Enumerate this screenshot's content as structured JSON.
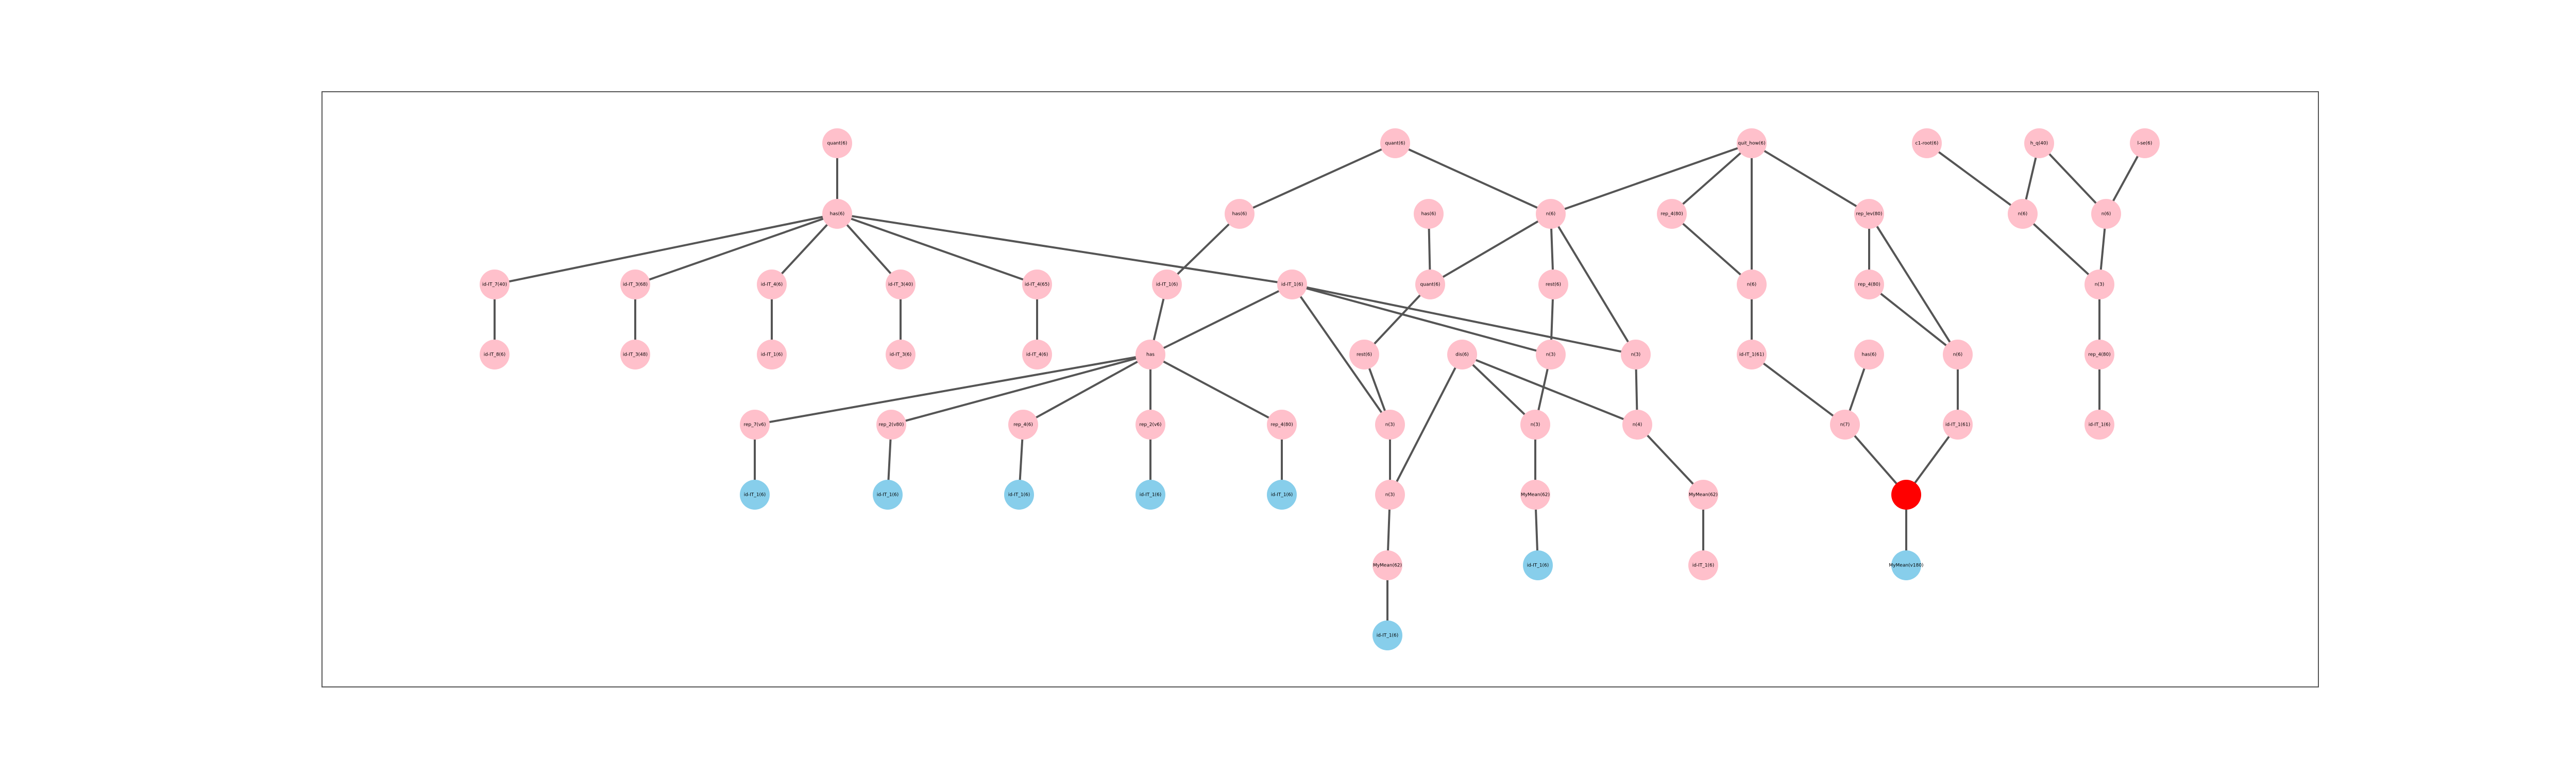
{
  "colors": {
    "default": "#ffc0cb",
    "leaf": "#87ceeb",
    "highlight": "#ff0000",
    "edge": "#555555"
  },
  "nodes": [
    {
      "id": "n0",
      "label": "quant(6)",
      "kind": "default"
    },
    {
      "id": "n1",
      "label": "has(6)",
      "kind": "default"
    },
    {
      "id": "n2",
      "label": "id-IT_7(40)",
      "kind": "default"
    },
    {
      "id": "n3",
      "label": "id-IT_3(68)",
      "kind": "default"
    },
    {
      "id": "n4",
      "label": "id-IT_4(6)",
      "kind": "default"
    },
    {
      "id": "n5",
      "label": "id-IT_3(40)",
      "kind": "default"
    },
    {
      "id": "n6",
      "label": "id-IT_4(65)",
      "kind": "default"
    },
    {
      "id": "n7",
      "label": "id-IT_8(6)",
      "kind": "default"
    },
    {
      "id": "n8",
      "label": "id-IT_3(48)",
      "kind": "default"
    },
    {
      "id": "n9",
      "label": "id-IT_1(6)",
      "kind": "default"
    },
    {
      "id": "n10",
      "label": "id-IT_3(6)",
      "kind": "default"
    },
    {
      "id": "n11",
      "label": "id-IT_4(6)",
      "kind": "default"
    },
    {
      "id": "n12",
      "label": "quant(6)",
      "kind": "default"
    },
    {
      "id": "n13",
      "label": "has(6)",
      "kind": "default"
    },
    {
      "id": "n14",
      "label": "id-IT_1(6)",
      "kind": "default"
    },
    {
      "id": "n15",
      "label": "id-IT_1(6)",
      "kind": "default"
    },
    {
      "id": "n16",
      "label": "has",
      "kind": "default"
    },
    {
      "id": "n17",
      "label": "rep_7(v6)",
      "kind": "default"
    },
    {
      "id": "n18",
      "label": "rep_2(v80)",
      "kind": "default"
    },
    {
      "id": "n19",
      "label": "rep_4(6)",
      "kind": "default"
    },
    {
      "id": "n20",
      "label": "rep_2(v6)",
      "kind": "default"
    },
    {
      "id": "n21",
      "label": "rep_4(80)",
      "kind": "default"
    },
    {
      "id": "n22",
      "label": "id-IT_1(6)",
      "kind": "leaf"
    },
    {
      "id": "n23",
      "label": "id-IT_1(6)",
      "kind": "leaf"
    },
    {
      "id": "n24",
      "label": "id-IT_1(6)",
      "kind": "leaf"
    },
    {
      "id": "n25",
      "label": "id-IT_1(6)",
      "kind": "leaf"
    },
    {
      "id": "n26",
      "label": "id-IT_1(6)",
      "kind": "leaf"
    },
    {
      "id": "n27",
      "label": "has(6)",
      "kind": "default"
    },
    {
      "id": "n28",
      "label": "rest(6)",
      "kind": "default"
    },
    {
      "id": "n29",
      "label": "n(3)",
      "kind": "default"
    },
    {
      "id": "n30",
      "label": "n(3)",
      "kind": "default"
    },
    {
      "id": "n31",
      "label": "MyMean(62)",
      "kind": "default"
    },
    {
      "id": "n32",
      "label": "id-IT_1(6)",
      "kind": "leaf"
    },
    {
      "id": "n33",
      "label": "quant(6)",
      "kind": "default"
    },
    {
      "id": "n34",
      "label": "n(6)",
      "kind": "default"
    },
    {
      "id": "n35",
      "label": "n(3)",
      "kind": "default"
    },
    {
      "id": "n36",
      "label": "rest(6)",
      "kind": "default"
    },
    {
      "id": "n37",
      "label": "dis(6)",
      "kind": "default"
    },
    {
      "id": "n38",
      "label": "n(3)",
      "kind": "default"
    },
    {
      "id": "n39",
      "label": "n(3)",
      "kind": "default"
    },
    {
      "id": "n40",
      "label": "MyMean(62)",
      "kind": "default"
    },
    {
      "id": "n41",
      "label": "id-IT_1(6)",
      "kind": "leaf"
    },
    {
      "id": "n42",
      "label": "n(6)",
      "kind": "default"
    },
    {
      "id": "n43",
      "label": "n(4)",
      "kind": "default"
    },
    {
      "id": "n44",
      "label": "n(4)",
      "kind": "default"
    },
    {
      "id": "n45",
      "label": "MyMean(62)",
      "kind": "default"
    },
    {
      "id": "n46",
      "label": "id-IT_1(6)",
      "kind": "default"
    },
    {
      "id": "n47",
      "label": "quit_how(6)",
      "kind": "default"
    },
    {
      "id": "n48",
      "label": "rep_4(80)",
      "kind": "default"
    },
    {
      "id": "n49",
      "label": "n(6)",
      "kind": "default"
    },
    {
      "id": "n50",
      "label": "id-IT_1(61)",
      "kind": "default"
    },
    {
      "id": "n51",
      "label": "n(7)",
      "kind": "default"
    },
    {
      "id": "n52",
      "label": "rep_lev(80)",
      "kind": "default"
    },
    {
      "id": "n53",
      "label": "rep_4(80)",
      "kind": "default"
    },
    {
      "id": "n54",
      "label": "has(6)",
      "kind": "default"
    },
    {
      "id": "n55",
      "label": "n(6)",
      "kind": "default"
    },
    {
      "id": "n56",
      "label": "id-IT_1(61)",
      "kind": "default"
    },
    {
      "id": "n57",
      "label": "",
      "kind": "highlight"
    },
    {
      "id": "n58",
      "label": "MyMean(v180)",
      "kind": "leaf"
    },
    {
      "id": "n59",
      "label": "c1-root(6)",
      "kind": "default"
    },
    {
      "id": "n60",
      "label": "n(6)",
      "kind": "default"
    },
    {
      "id": "n61",
      "label": "h_q(40)",
      "kind": "default"
    },
    {
      "id": "n62",
      "label": "n(6)",
      "kind": "default"
    },
    {
      "id": "n63",
      "label": "l-se(6)",
      "kind": "default"
    },
    {
      "id": "n64",
      "label": "n(3)",
      "kind": "default"
    },
    {
      "id": "n65",
      "label": "rep_4(80)",
      "kind": "default"
    },
    {
      "id": "n66",
      "label": "id-IT_1(6)",
      "kind": "default"
    }
  ],
  "edges": [
    [
      "n0",
      "n1"
    ],
    [
      "n1",
      "n2"
    ],
    [
      "n1",
      "n3"
    ],
    [
      "n1",
      "n4"
    ],
    [
      "n1",
      "n5"
    ],
    [
      "n1",
      "n6"
    ],
    [
      "n1",
      "n15"
    ],
    [
      "n2",
      "n7"
    ],
    [
      "n3",
      "n8"
    ],
    [
      "n4",
      "n9"
    ],
    [
      "n5",
      "n10"
    ],
    [
      "n6",
      "n11"
    ],
    [
      "n12",
      "n13"
    ],
    [
      "n12",
      "n34"
    ],
    [
      "n13",
      "n14"
    ],
    [
      "n14",
      "n16"
    ],
    [
      "n15",
      "n16"
    ],
    [
      "n15",
      "n29"
    ],
    [
      "n15",
      "n35"
    ],
    [
      "n15",
      "n38"
    ],
    [
      "n16",
      "n17"
    ],
    [
      "n16",
      "n18"
    ],
    [
      "n16",
      "n19"
    ],
    [
      "n16",
      "n20"
    ],
    [
      "n16",
      "n21"
    ],
    [
      "n17",
      "n22"
    ],
    [
      "n18",
      "n23"
    ],
    [
      "n19",
      "n24"
    ],
    [
      "n20",
      "n25"
    ],
    [
      "n21",
      "n26"
    ],
    [
      "n27",
      "n33"
    ],
    [
      "n33",
      "n28"
    ],
    [
      "n28",
      "n29"
    ],
    [
      "n29",
      "n30"
    ],
    [
      "n30",
      "n31"
    ],
    [
      "n31",
      "n32"
    ],
    [
      "n34",
      "n33"
    ],
    [
      "n34",
      "n36"
    ],
    [
      "n34",
      "n38"
    ],
    [
      "n36",
      "n35"
    ],
    [
      "n35",
      "n39"
    ],
    [
      "n37",
      "n30"
    ],
    [
      "n37",
      "n39"
    ],
    [
      "n37",
      "n43"
    ],
    [
      "n39",
      "n40"
    ],
    [
      "n40",
      "n41"
    ],
    [
      "n38",
      "n43"
    ],
    [
      "n43",
      "n45"
    ],
    [
      "n45",
      "n46"
    ],
    [
      "n47",
      "n34"
    ],
    [
      "n47",
      "n48"
    ],
    [
      "n47",
      "n49"
    ],
    [
      "n47",
      "n52"
    ],
    [
      "n48",
      "n49"
    ],
    [
      "n49",
      "n50"
    ],
    [
      "n50",
      "n51"
    ],
    [
      "n52",
      "n53"
    ],
    [
      "n52",
      "n55"
    ],
    [
      "n53",
      "n55"
    ],
    [
      "n54",
      "n51"
    ],
    [
      "n51",
      "n57"
    ],
    [
      "n55",
      "n56"
    ],
    [
      "n56",
      "n57"
    ],
    [
      "n57",
      "n58"
    ],
    [
      "n59",
      "n60"
    ],
    [
      "n61",
      "n60"
    ],
    [
      "n61",
      "n62"
    ],
    [
      "n63",
      "n62"
    ],
    [
      "n60",
      "n64"
    ],
    [
      "n62",
      "n64"
    ],
    [
      "n64",
      "n65"
    ],
    [
      "n65",
      "n66"
    ]
  ]
}
